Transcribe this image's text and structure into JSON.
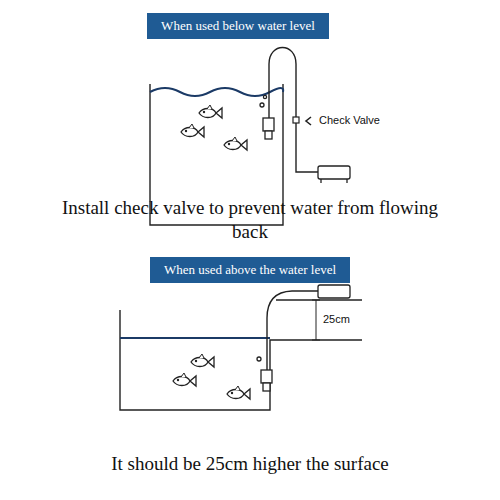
{
  "diagram": {
    "nodes": [
      {
        "text": [
          "When used below water level"
        ]
      },
      {
        "text": [
          "When used above the water level"
        ]
      }
    ],
    "labels": [
      "Check Valve",
      "Install check valve to prevent water from flowing back",
      "25cm",
      "It should be 25cm higher the surface"
    ]
  }
}
